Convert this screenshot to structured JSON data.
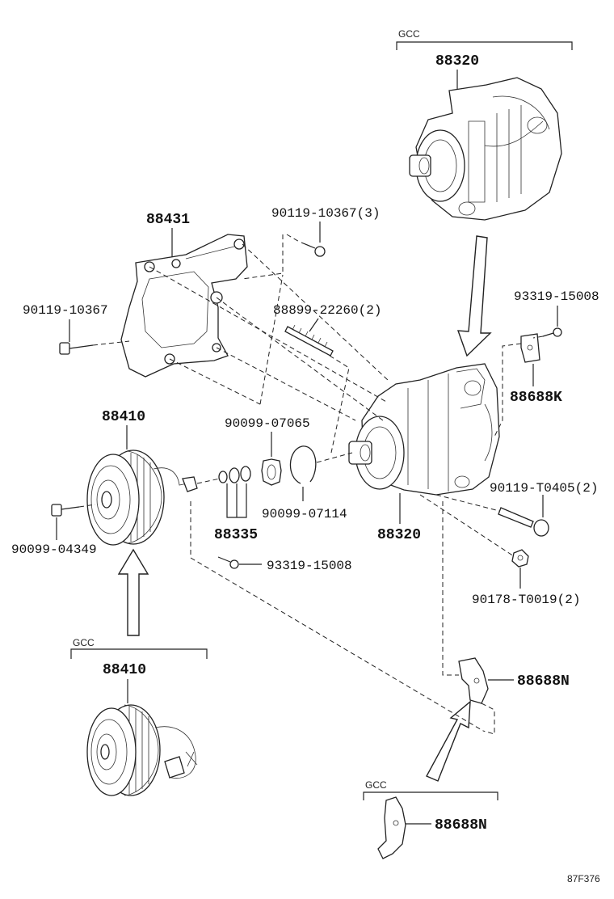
{
  "labels": {
    "gcc_top": "GCC",
    "compressor_top": "88320",
    "bracket": "88431",
    "bolt_top": "90119-10367(3)",
    "bolt_left": "90119-10367",
    "stud": "88899-22260(2)",
    "screw_right_top": "93319-15008",
    "clip_k": "88688K",
    "pulley": "88410",
    "washer_ring": "90099-07065",
    "snap_ring": "90099-07114",
    "shims": "88335",
    "compressor_main": "88320",
    "bolt_pulley": "90099-04349",
    "bolt_t0405": "90119-T0405(2)",
    "screw_lower": "93319-15008",
    "nut": "90178-T0019(2)",
    "gcc_pulley": "GCC",
    "pulley_gcc": "88410",
    "clip_n": "88688N",
    "gcc_clip": "GCC",
    "clip_n_gcc": "88688N",
    "figure_code": "87F376"
  }
}
